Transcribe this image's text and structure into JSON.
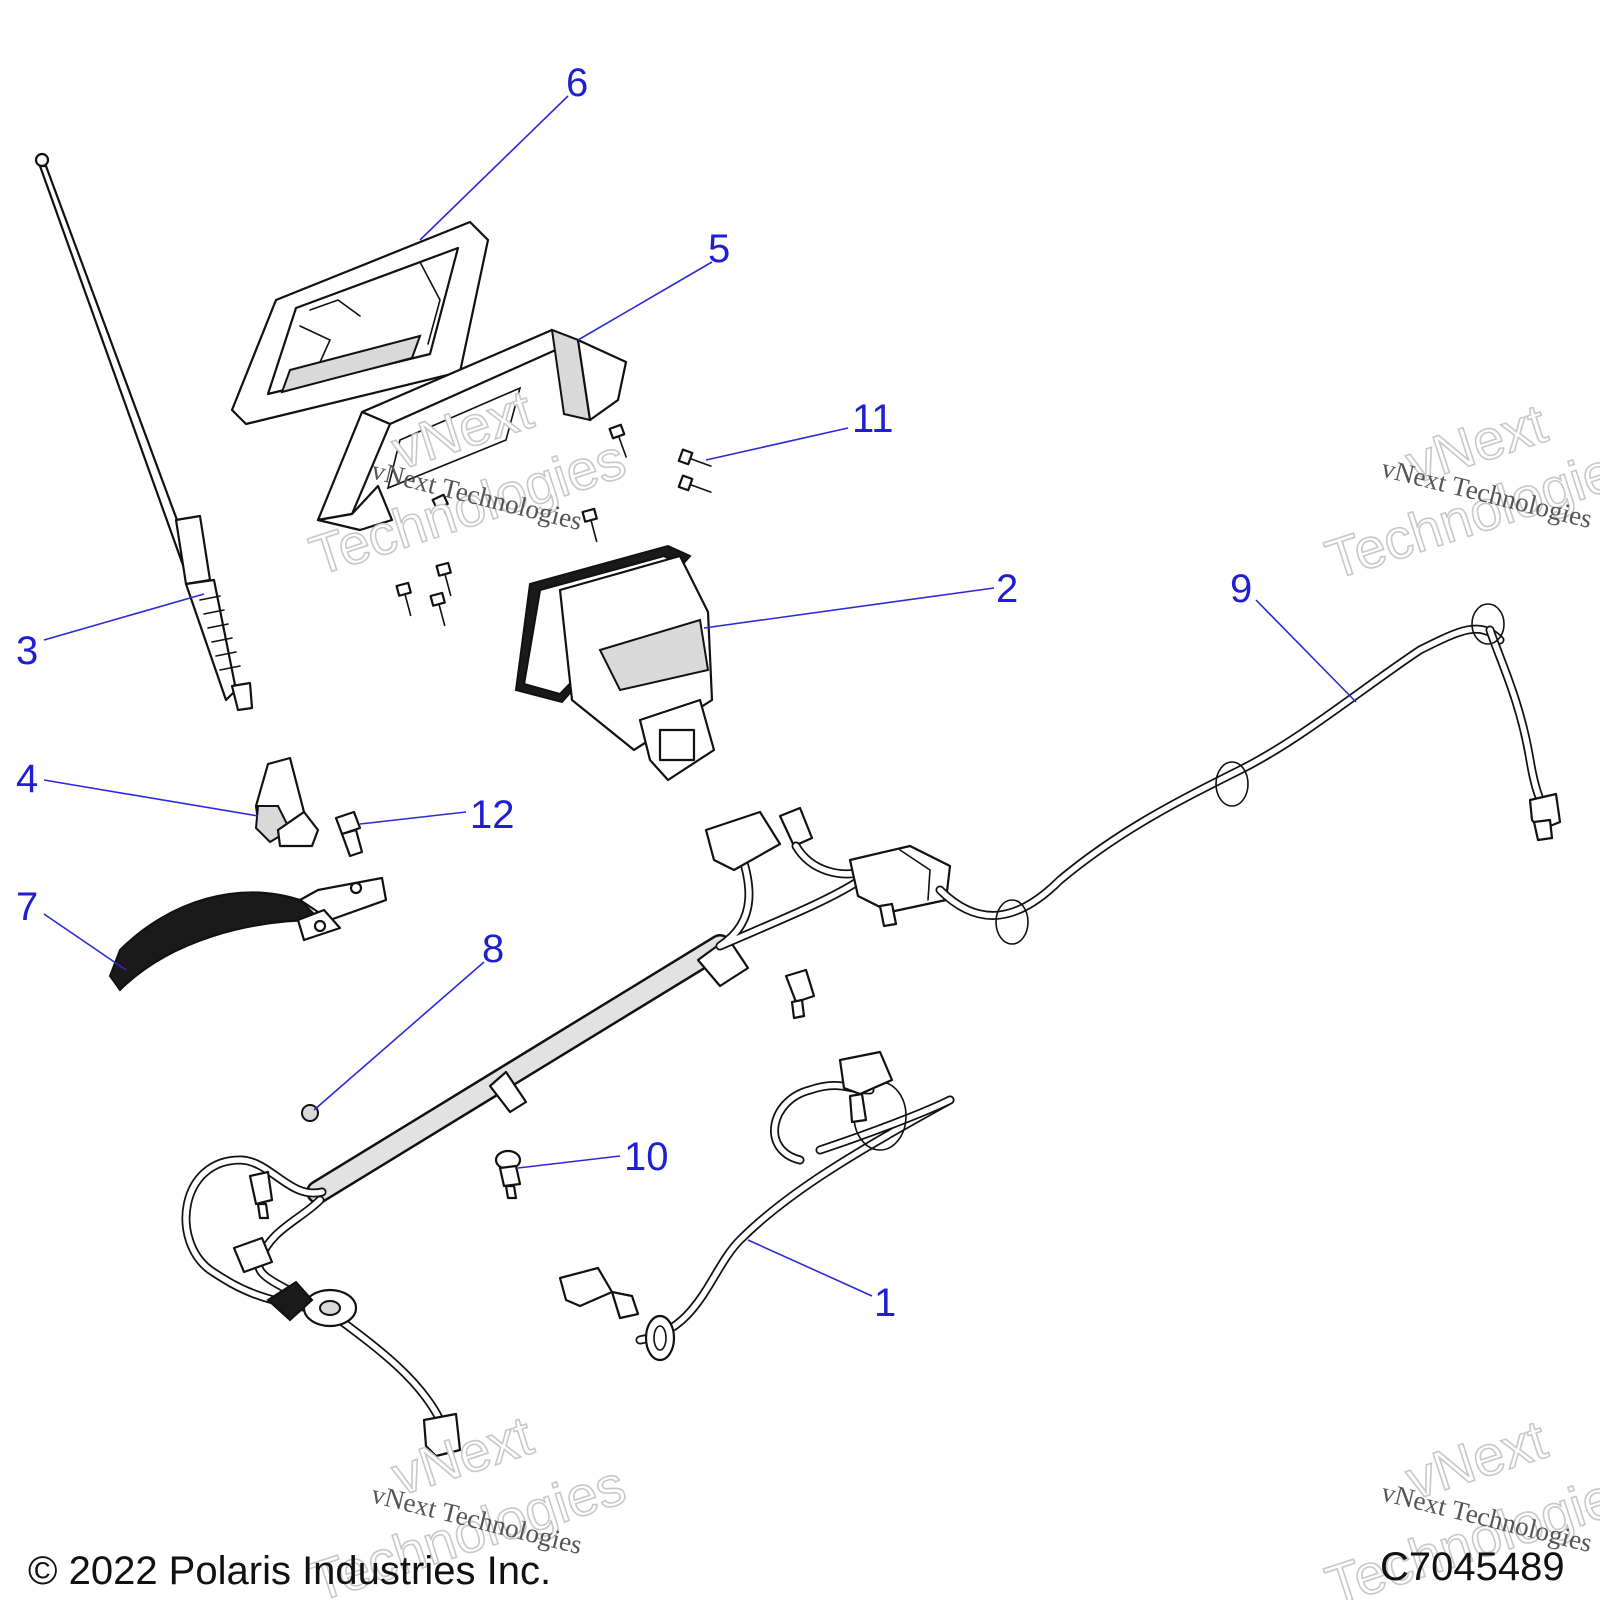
{
  "callouts": [
    {
      "id": "1",
      "label": "1"
    },
    {
      "id": "2",
      "label": "2"
    },
    {
      "id": "3",
      "label": "3"
    },
    {
      "id": "4",
      "label": "4"
    },
    {
      "id": "5",
      "label": "5"
    },
    {
      "id": "6",
      "label": "6"
    },
    {
      "id": "7",
      "label": "7"
    },
    {
      "id": "8",
      "label": "8"
    },
    {
      "id": "9",
      "label": "9"
    },
    {
      "id": "10",
      "label": "10"
    },
    {
      "id": "11",
      "label": "11"
    },
    {
      "id": "12",
      "label": "12"
    }
  ],
  "watermark": {
    "brand_big_1": "vNext",
    "brand_big_2": "Technologies",
    "brand_small": "vNext Technologies"
  },
  "footer": {
    "copyright": "© 2022 Polaris Industries Inc.",
    "figure_code": "C7045489"
  },
  "colors": {
    "callout": "#1f1fd1",
    "line": "#111111",
    "background": "#ffffff"
  }
}
